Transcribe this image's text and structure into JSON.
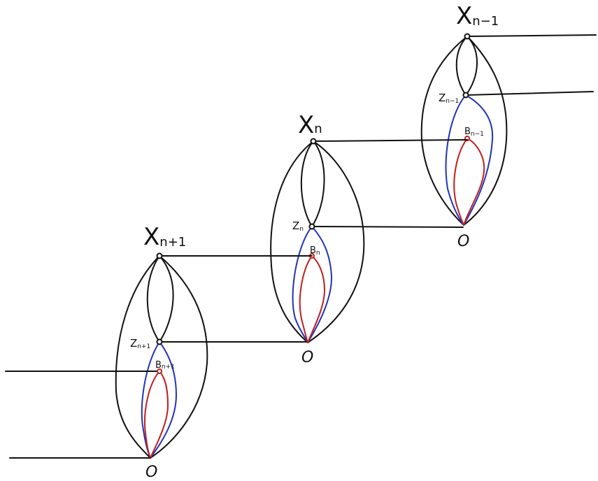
{
  "colors": {
    "ink": "#111111",
    "blue": "#2233bb",
    "red": "#c0201e"
  },
  "diagram": {
    "pieces": [
      {
        "id": "n-1",
        "x_base": "X",
        "x_sub": "n−1",
        "z_base": "Z",
        "z_sub": "n−1",
        "b_base": "B",
        "b_sub": "n−1",
        "origin": "O"
      },
      {
        "id": "n",
        "x_base": "X",
        "x_sub": "n",
        "z_base": "Z",
        "z_sub": "n",
        "b_base": "B",
        "b_sub": "n",
        "origin": "O"
      },
      {
        "id": "n+1",
        "x_base": "X",
        "x_sub": "n+1",
        "z_base": "Z",
        "z_sub": "n+1",
        "b_base": "B",
        "b_sub": "n+1",
        "origin": "O"
      }
    ]
  }
}
